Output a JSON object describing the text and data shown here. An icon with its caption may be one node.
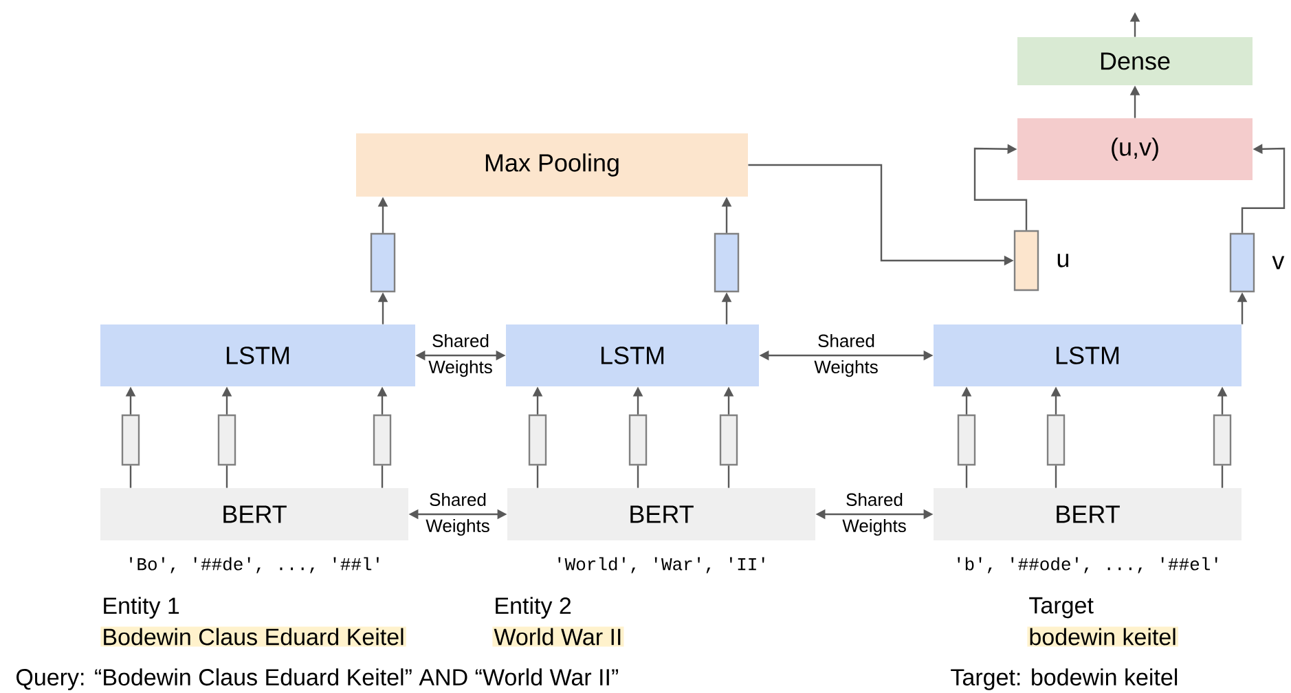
{
  "diagram": {
    "nodes": [
      {
        "text": [
          "Dense"
        ]
      },
      {
        "text": [
          "(u,v)"
        ]
      },
      {
        "text": [
          "Max Pooling"
        ]
      },
      {
        "text": [],
        "shape": "bar",
        "beside": [
          "u"
        ]
      },
      {
        "text": [],
        "shape": "bar",
        "beside": [
          "v"
        ]
      },
      {
        "text": [],
        "shape": "bar"
      },
      {
        "text": [],
        "shape": "bar"
      },
      {
        "text": [
          "LSTM"
        ]
      },
      {
        "text": [
          "LSTM"
        ]
      },
      {
        "text": [
          "LSTM"
        ]
      },
      {
        "text": [],
        "shape": "bar"
      },
      {
        "text": [],
        "shape": "bar"
      },
      {
        "text": [],
        "shape": "bar"
      },
      {
        "text": [],
        "shape": "bar"
      },
      {
        "text": [],
        "shape": "bar"
      },
      {
        "text": [],
        "shape": "bar"
      },
      {
        "text": [],
        "shape": "bar"
      },
      {
        "text": [],
        "shape": "bar"
      },
      {
        "text": [],
        "shape": "bar"
      },
      {
        "text": [
          "BERT"
        ],
        "beside": [
          "'Bo', '##de', ..., '##l'"
        ]
      },
      {
        "text": [
          "BERT"
        ],
        "beside": [
          "'World', 'War', 'II'"
        ]
      },
      {
        "text": [
          "BERT"
        ],
        "beside": [
          "'b', '##ode', ..., '##el'"
        ]
      }
    ],
    "edges": [
      {
        "from": 19,
        "to": 10,
        "arrow": "none"
      },
      {
        "from": 19,
        "to": 11,
        "arrow": "none"
      },
      {
        "from": 19,
        "to": 12,
        "arrow": "none"
      },
      {
        "from": 20,
        "to": 13,
        "arrow": "none"
      },
      {
        "from": 20,
        "to": 14,
        "arrow": "none"
      },
      {
        "from": 20,
        "to": 15,
        "arrow": "none"
      },
      {
        "from": 21,
        "to": 16,
        "arrow": "none"
      },
      {
        "from": 21,
        "to": 17,
        "arrow": "none"
      },
      {
        "from": 21,
        "to": 18,
        "arrow": "none"
      },
      {
        "from": 10,
        "to": 7,
        "arrow": "to"
      },
      {
        "from": 11,
        "to": 7,
        "arrow": "to"
      },
      {
        "from": 12,
        "to": 7,
        "arrow": "to"
      },
      {
        "from": 13,
        "to": 8,
        "arrow": "to"
      },
      {
        "from": 14,
        "to": 8,
        "arrow": "to"
      },
      {
        "from": 15,
        "to": 8,
        "arrow": "to"
      },
      {
        "from": 16,
        "to": 9,
        "arrow": "to"
      },
      {
        "from": 17,
        "to": 9,
        "arrow": "to"
      },
      {
        "from": 18,
        "to": 9,
        "arrow": "to"
      },
      {
        "from": 7,
        "to": 5,
        "arrow": "to"
      },
      {
        "from": 5,
        "to": 2,
        "arrow": "to"
      },
      {
        "from": 8,
        "to": 6,
        "arrow": "to"
      },
      {
        "from": 6,
        "to": 2,
        "arrow": "to"
      },
      {
        "from": 9,
        "to": 4,
        "arrow": "to"
      },
      {
        "from": 2,
        "to": 3,
        "arrow": "to"
      },
      {
        "from": 3,
        "to": 1,
        "arrow": "to"
      },
      {
        "from": 4,
        "to": 1,
        "arrow": "to"
      },
      {
        "from": 1,
        "to": 0,
        "arrow": "to"
      },
      {
        "from": 0,
        "to": null,
        "arrow": "to"
      },
      {
        "from": 19,
        "to": 20,
        "arrow": "both",
        "label": "Shared Weights"
      },
      {
        "from": 20,
        "to": 21,
        "arrow": "both",
        "label": "Shared Weights"
      },
      {
        "from": 7,
        "to": 8,
        "arrow": "both",
        "label": "Shared Weights"
      },
      {
        "from": 8,
        "to": 9,
        "arrow": "both",
        "label": "Shared Weights"
      }
    ],
    "labels": [
      "Entity 1",
      "Bodewin Claus Eduard Keitel",
      "Entity 2",
      "World War II",
      "Target",
      "bodewin keitel",
      "Query: “Bodewin Claus Eduard Keitel” AND “World War II”",
      "Target: bodewin keitel"
    ]
  }
}
